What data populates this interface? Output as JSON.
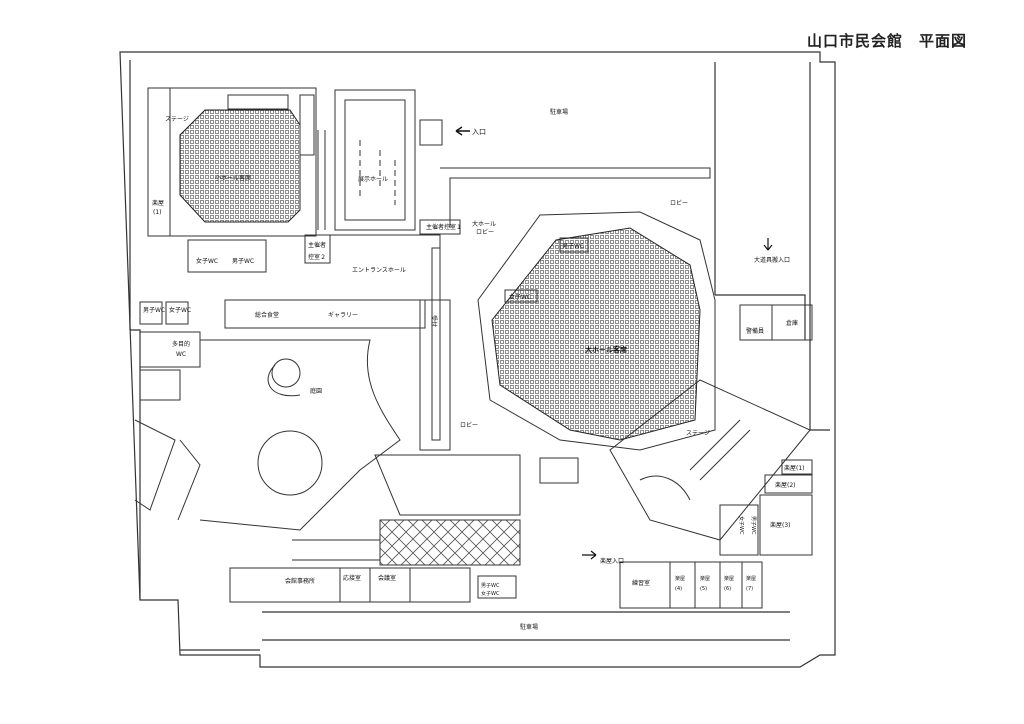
{
  "title": "山口市民会館　平面図",
  "labels": {
    "stage_small": "ステージ",
    "small_hall_seats": "小ホール客席",
    "dressing1": "楽屋",
    "dressing1_num": "(1)",
    "exhibit_hall": "展示ホール",
    "entrance_top": "入口",
    "parking_top": "駐車場",
    "organizer_office": "主催者控室１",
    "organizer2_a": "主催者",
    "organizer2_b": "控室２",
    "lobby_top": "ロビー",
    "daihall_lobby_a": "大ホール",
    "daihall_lobby_b": "ロビー",
    "wc_women_1": "女子WC",
    "wc_men_1": "男子WC",
    "entrance_hall": "エントランスホール",
    "stage_entrance": "大道具搬入口",
    "wc_men_2": "男子WC",
    "wc_women_2": "女子WC",
    "wc_multi_a": "多目的",
    "wc_multi_b": "WC",
    "general_dining": "総合食堂",
    "gallery": "ギャラリー",
    "reception": "受付",
    "guard": "警備員",
    "warehouse": "倉庫",
    "daihall_seats": "大ホール客席",
    "wc_women_3": "女子WC",
    "wc_men_3": "男子WC",
    "garden": "庭園",
    "lobby_bottom": "ロビー",
    "stage_big": "ステージ",
    "dressing2": "楽屋(1)",
    "dressing3": "楽屋(2)",
    "dressing4": "楽屋(3)",
    "wc_men_4": "男子WC",
    "wc_women_4": "女子WC",
    "office": "会館事務所",
    "reception_room": "応接室",
    "meeting_room": "会議室",
    "wc_men_5": "男子WC",
    "wc_women_5": "女子WC",
    "backstage_entrance": "楽屋入口",
    "rehearsal": "練習室",
    "dr4": "楽屋",
    "dr4n": "(4)",
    "dr5": "楽屋",
    "dr5n": "(5)",
    "dr6": "楽屋",
    "dr6n": "(6)",
    "dr7": "楽屋",
    "dr7n": "(7)",
    "parking_bottom": "駐車場"
  }
}
